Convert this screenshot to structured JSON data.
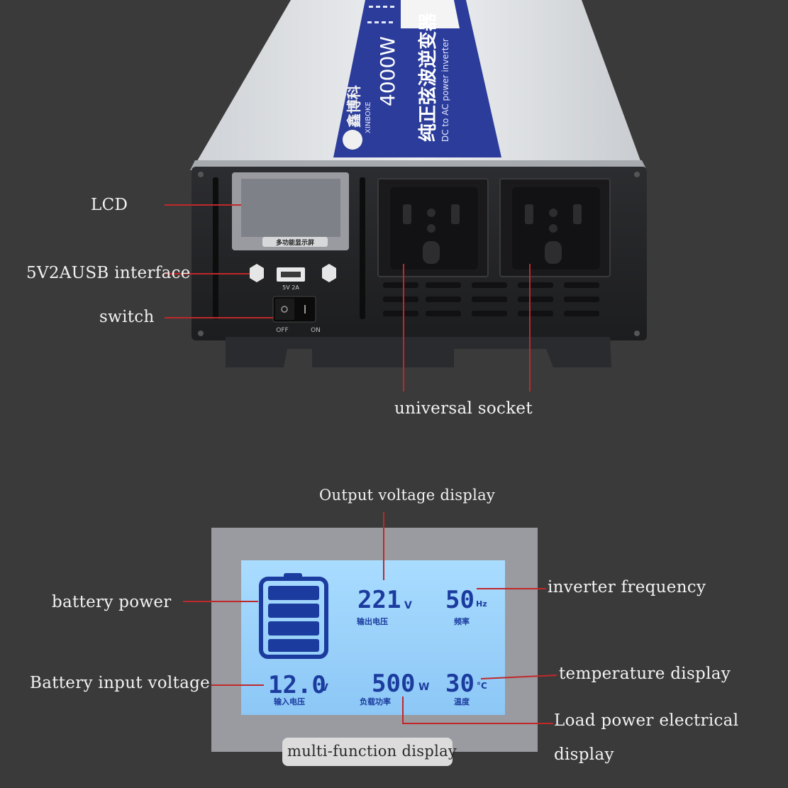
{
  "colors": {
    "background": "#3a3a3a",
    "leader_line": "#c0282a",
    "lcd_screen": "#9fd4ff",
    "lcd_digits": "#1b3c9e",
    "label_strip": "#2b3c9a"
  },
  "device": {
    "brand_cn": "鑫博科",
    "brand_en": "XINBOKE",
    "power_rating": "4000W",
    "product_cn": "纯正弦波逆变器",
    "product_en": "DC to AC power inverter",
    "lcd_caption": "多功能显示屏",
    "usb_caption": "5V 2A",
    "switch_off": "OFF",
    "switch_on": "ON"
  },
  "callouts": {
    "lcd": "LCD",
    "usb": "5V2AUSB interface",
    "switch": "switch",
    "socket": "universal socket"
  },
  "display": {
    "output_voltage_value": "221",
    "output_voltage_unit": "V",
    "output_voltage_caption": "输出电压",
    "frequency_value": "50",
    "frequency_unit": "Hz",
    "frequency_caption": "频率",
    "input_voltage_value": "12.0",
    "input_voltage_unit": "V",
    "input_voltage_caption": "输入电压",
    "load_value": "500",
    "load_unit": "W",
    "load_caption": "负载功率",
    "temp_value": "30",
    "temp_unit": "°C",
    "temp_caption": "温度",
    "battery_level": 1.0
  },
  "display_callouts": {
    "output_voltage": "Output voltage display",
    "battery_power": "battery power",
    "inverter_frequency": "inverter frequency",
    "battery_input_voltage": "Battery input voltage",
    "temperature": "temperature display",
    "load_power_line1": "Load power electrical",
    "load_power_line2": "display",
    "multi_function": "multi-function display"
  }
}
